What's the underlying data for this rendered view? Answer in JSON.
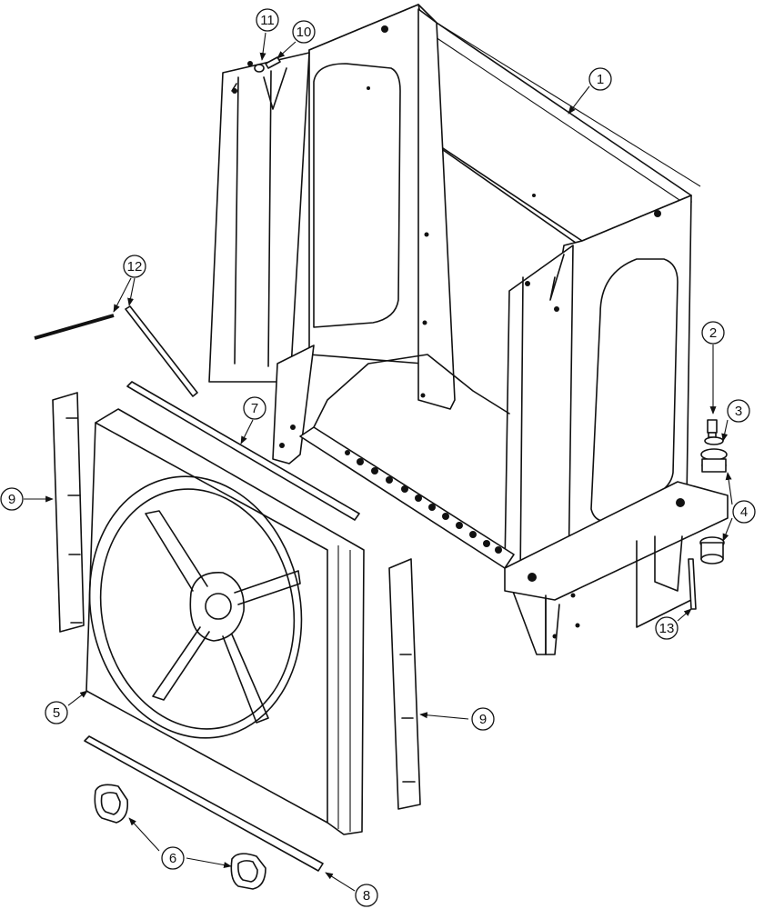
{
  "callouts": [
    {
      "id": "c1",
      "label": "1"
    },
    {
      "id": "c2",
      "label": "2"
    },
    {
      "id": "c3",
      "label": "3"
    },
    {
      "id": "c4",
      "label": "4"
    },
    {
      "id": "c5",
      "label": "5"
    },
    {
      "id": "c6",
      "label": "6"
    },
    {
      "id": "c7",
      "label": "7"
    },
    {
      "id": "c8",
      "label": "8"
    },
    {
      "id": "c9a",
      "label": "9"
    },
    {
      "id": "c9b",
      "label": "9"
    },
    {
      "id": "c10",
      "label": "10"
    },
    {
      "id": "c11",
      "label": "11"
    },
    {
      "id": "c12",
      "label": "12"
    },
    {
      "id": "c13",
      "label": "13"
    }
  ]
}
